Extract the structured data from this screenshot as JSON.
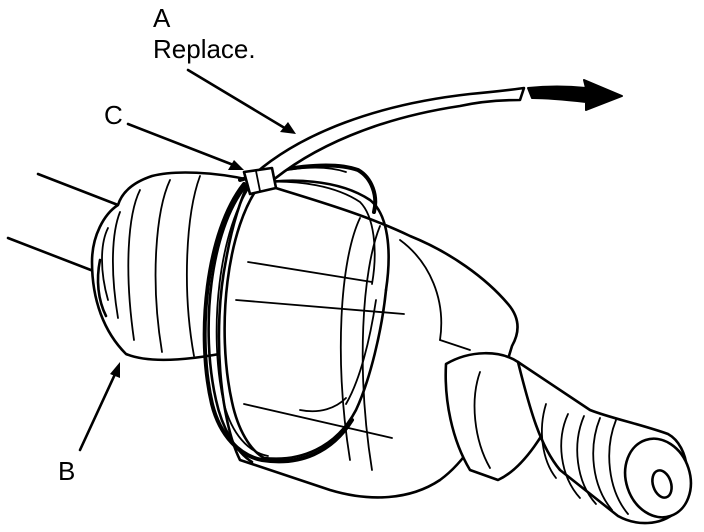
{
  "callouts": {
    "a": {
      "letter": "A",
      "note": "Replace."
    },
    "b": {
      "letter": "B"
    },
    "c": {
      "letter": "C"
    }
  },
  "icons": {
    "direction": "pull-arrow-icon"
  }
}
